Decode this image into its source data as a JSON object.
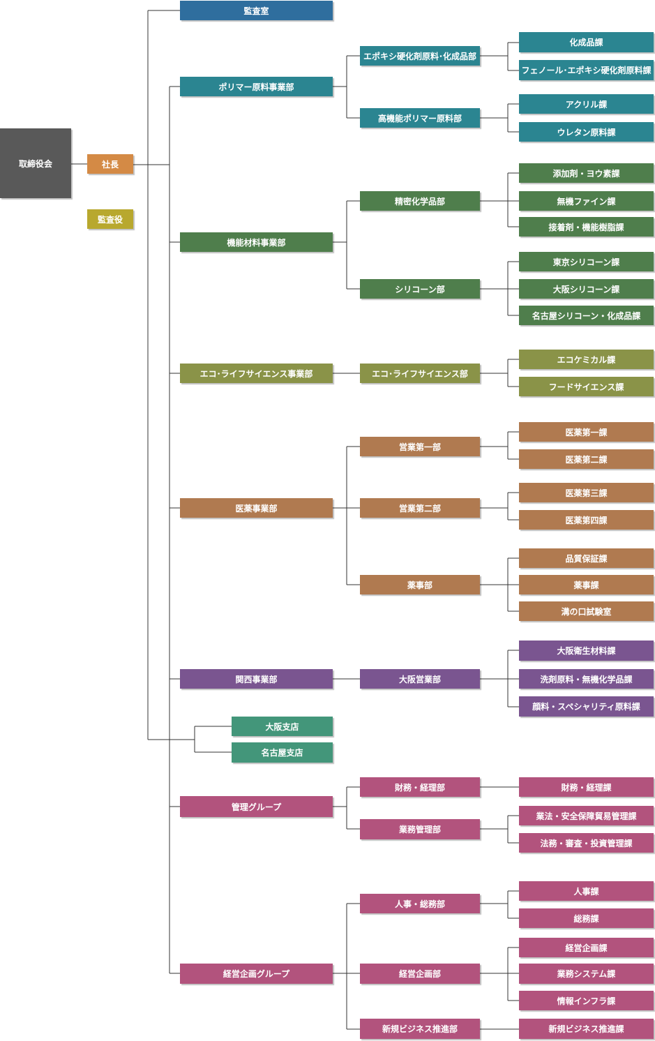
{
  "colors": {
    "board": "#595959",
    "president": "#d48a45",
    "auditor": "#b8a82e",
    "audit_office": "#2f6e9e",
    "polymer": "#2b8591",
    "functional": "#4f7e4c",
    "eco": "#8a9348",
    "pharma": "#b07a50",
    "kansai": "#7a5590",
    "branch": "#43967a",
    "corporate": "#b2537d",
    "line": "#333333"
  },
  "top": {
    "board": "取締役会",
    "president": "社長",
    "auditor": "監査役",
    "audit_office": "監査室"
  },
  "polymer": {
    "division": "ポリマー原料事業部",
    "epoxy_dept": "エポキシ硬化剤原料･化成品部",
    "kaseihin_section": "化成品課",
    "phenol_section": "フェノール･エポキシ硬化剤原料課",
    "highperf_dept": "高機能ポリマー原料部",
    "acrylic_section": "アクリル課",
    "urethane_section": "ウレタン原料課"
  },
  "functional": {
    "division": "機能材料事業部",
    "fine_dept": "精密化学品部",
    "additive_section": "添加剤・ヨウ素課",
    "inorganic_section": "無機ファイン課",
    "adhesive_section": "接着剤・機能樹脂課",
    "silicone_dept": "シリコーン部",
    "tokyo_section": "東京シリコーン課",
    "osaka_section": "大阪シリコーン課",
    "nagoya_section": "名古屋シリコーン・化成品課"
  },
  "eco": {
    "division": "エコ･ライフサイエンス事業部",
    "dept": "エコ･ライフサイエンス部",
    "ecochem_section": "エコケミカル課",
    "food_section": "フードサイエンス課"
  },
  "pharma": {
    "division": "医薬事業部",
    "sales1_dept": "営業第一部",
    "sec1": "医薬第一課",
    "sec2": "医薬第二課",
    "sales2_dept": "営業第二部",
    "sec3": "医薬第三課",
    "sec4": "医薬第四課",
    "regulatory_dept": "薬事部",
    "qa_section": "品質保証課",
    "regulatory_section": "薬事課",
    "lab_section": "溝の口試験室"
  },
  "kansai": {
    "division": "関西事業部",
    "osaka_dept": "大阪営業部",
    "hygiene_section": "大阪衛生材料課",
    "detergent_section": "洗剤原料・無機化学品課",
    "pigment_section": "顔料・スペシャリティ原料課"
  },
  "branches": {
    "osaka": "大阪支店",
    "nagoya": "名古屋支店"
  },
  "management": {
    "group": "管理グループ",
    "finance_dept": "財務・経理部",
    "finance_section": "財務・経理課",
    "ops_dept": "業務管理部",
    "compliance_section": "業法・安全保障貿易管理課",
    "legal_section": "法務・審査・投資管理課"
  },
  "planning": {
    "group": "経営企画グループ",
    "hr_dept": "人事・総務部",
    "hr_section": "人事課",
    "ga_section": "総務課",
    "planning_dept": "経営企画部",
    "planning_section": "経営企画課",
    "systems_section": "業務システム課",
    "infra_section": "情報インフラ課",
    "newbiz_dept": "新規ビジネス推進部",
    "newbiz_section": "新規ビジネス推進課"
  }
}
